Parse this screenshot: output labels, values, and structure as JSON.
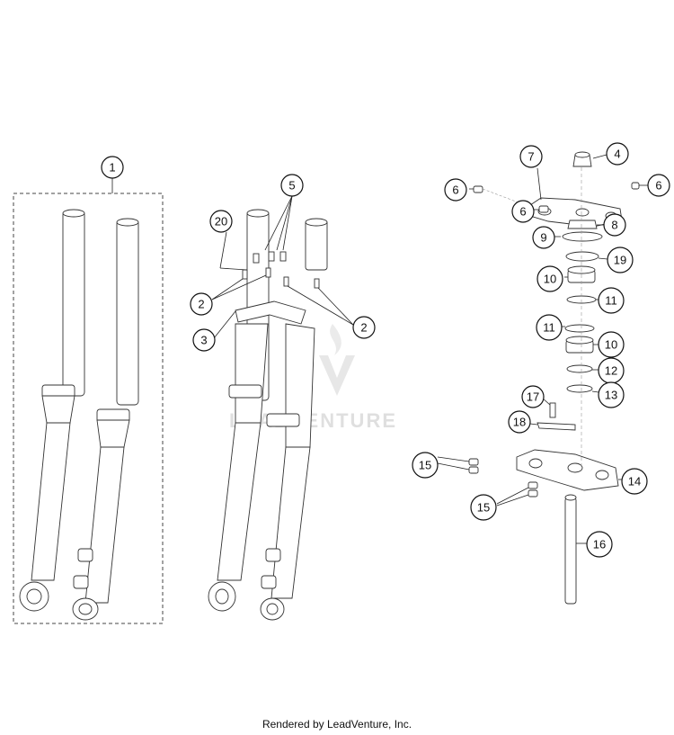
{
  "diagram": {
    "callouts": [
      {
        "id": "c1",
        "label": "1"
      },
      {
        "id": "c2a",
        "label": "2"
      },
      {
        "id": "c2b",
        "label": "2"
      },
      {
        "id": "c3",
        "label": "3"
      },
      {
        "id": "c4",
        "label": "4"
      },
      {
        "id": "c5",
        "label": "5"
      },
      {
        "id": "c6a",
        "label": "6"
      },
      {
        "id": "c6b",
        "label": "6"
      },
      {
        "id": "c6c",
        "label": "6"
      },
      {
        "id": "c7",
        "label": "7"
      },
      {
        "id": "c8",
        "label": "8"
      },
      {
        "id": "c9",
        "label": "9"
      },
      {
        "id": "c10a",
        "label": "10"
      },
      {
        "id": "c10b",
        "label": "10"
      },
      {
        "id": "c11a",
        "label": "11"
      },
      {
        "id": "c11b",
        "label": "11"
      },
      {
        "id": "c12",
        "label": "12"
      },
      {
        "id": "c13",
        "label": "13"
      },
      {
        "id": "c14",
        "label": "14"
      },
      {
        "id": "c15a",
        "label": "15"
      },
      {
        "id": "c15b",
        "label": "15"
      },
      {
        "id": "c16",
        "label": "16"
      },
      {
        "id": "c17",
        "label": "17"
      },
      {
        "id": "c18",
        "label": "18"
      },
      {
        "id": "c19",
        "label": "19"
      },
      {
        "id": "c20",
        "label": "20"
      }
    ],
    "watermark": "LEADVENTURE"
  },
  "footer": {
    "text": "Rendered by LeadVenture, Inc."
  }
}
